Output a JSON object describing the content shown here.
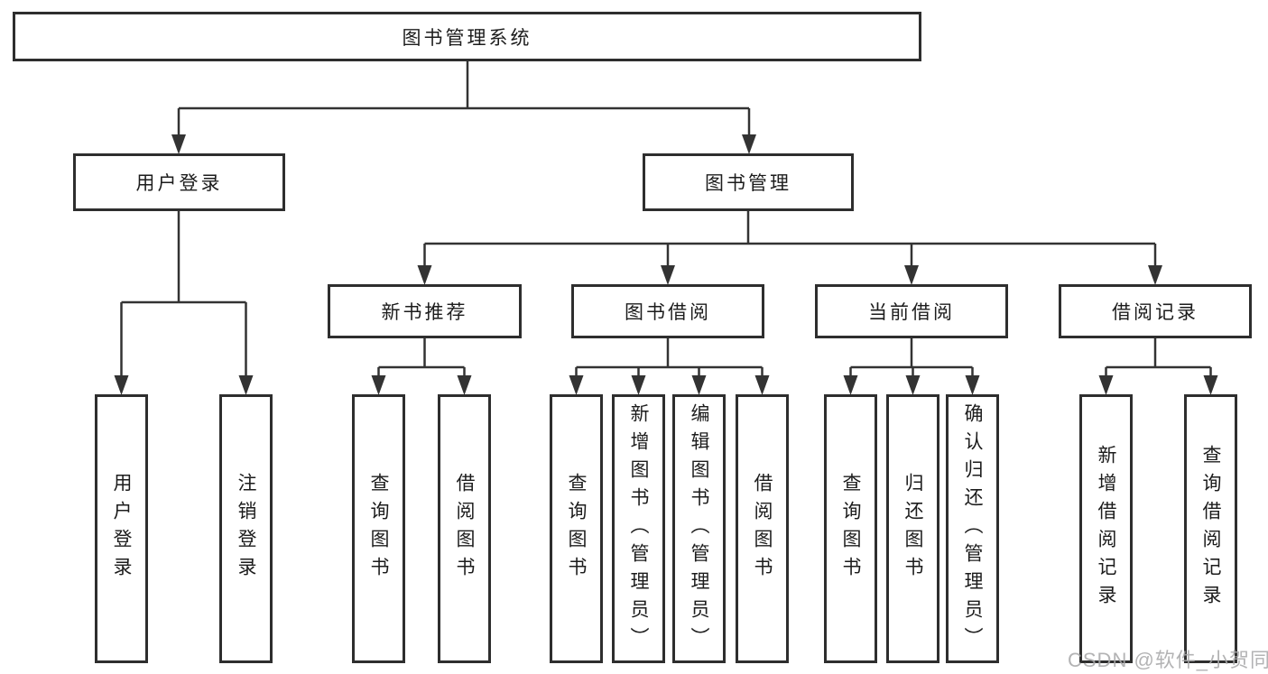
{
  "tree": {
    "root": "图书管理系统",
    "branches": [
      {
        "label": "用户登录",
        "children": [
          "用户登录",
          "注销登录"
        ]
      },
      {
        "label": "图书管理",
        "groups": [
          {
            "label": "新书推荐",
            "children": [
              "查询图书",
              "借阅图书"
            ]
          },
          {
            "label": "图书借阅",
            "children": [
              "查询图书",
              "新增图书（管理员）",
              "编辑图书（管理员）",
              "借阅图书"
            ]
          },
          {
            "label": "当前借阅",
            "children": [
              "查询图书",
              "归还图书",
              "确认归还（管理员）"
            ]
          },
          {
            "label": "借阅记录",
            "children": [
              "新增借阅记录",
              "查询借阅记录"
            ]
          }
        ]
      }
    ]
  },
  "colors": {
    "line": "#333333",
    "border": "#2e2e2e",
    "text": "#1c1c1c",
    "watermark": "#a8a8aa"
  },
  "watermark": {
    "text": "CSDN @软件_小贺同学"
  }
}
